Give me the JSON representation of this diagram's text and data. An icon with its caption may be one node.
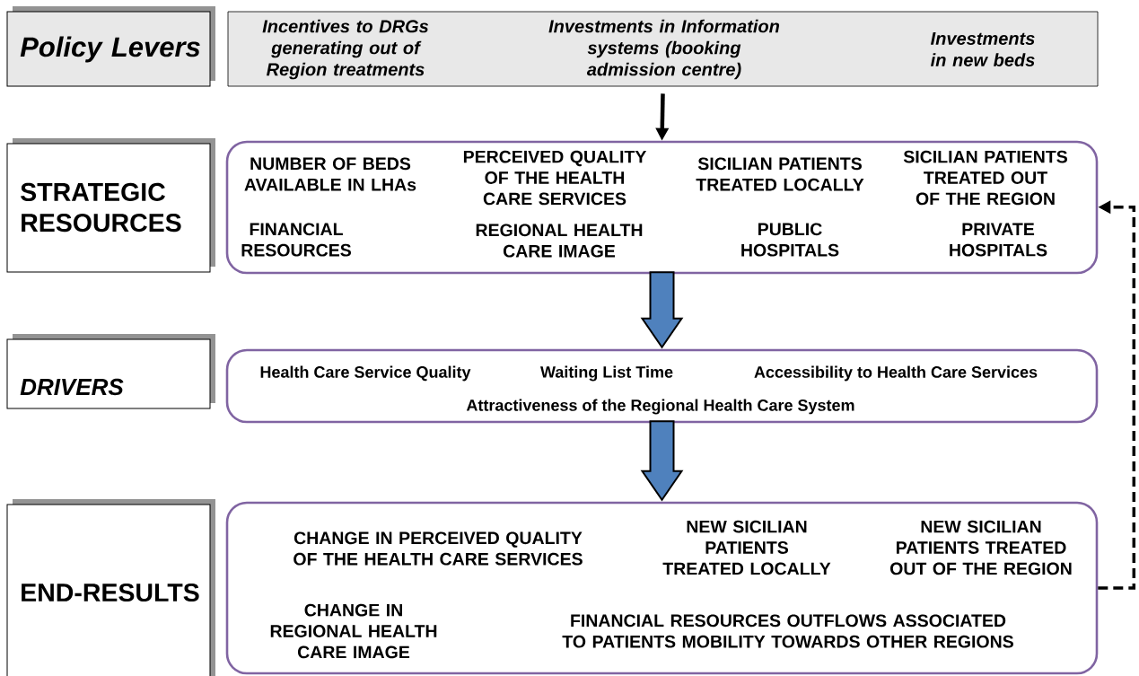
{
  "diagram": {
    "nodes": [
      {
        "text": [
          "Policy Levers"
        ]
      },
      {
        "text": [
          "Incentives to DRGs generating out of Region treatments",
          "Investments in Information systems (booking admission centre)",
          "Investments in new beds"
        ]
      },
      {
        "text": [
          "STRATEGIC RESOURCES"
        ]
      },
      {
        "text": [
          "NUMBER OF BEDS AVAILABLE IN LHAs",
          "PERCEIVED QUALITY OF THE HEALTH CARE SERVICES",
          "SICILIAN PATIENTS TREATED LOCALLY",
          "SICILIAN PATIENTS TREATED OUT OF THE REGION",
          "FINANCIAL RESOURCES",
          "REGIONAL HEALTH CARE IMAGE",
          "PUBLIC HOSPITALS",
          "PRIVATE HOSPITALS"
        ]
      },
      {
        "text": [
          "DRIVERS"
        ]
      },
      {
        "text": [
          "Health Care Service Quality",
          "Waiting List Time",
          "Accessibility to Health Care Services",
          "Attractiveness of the Regional Health Care System"
        ]
      },
      {
        "text": [
          "END-RESULTS"
        ]
      },
      {
        "text": [
          "CHANGE IN PERCEIVED QUALITY OF THE HEALTH CARE SERVICES",
          "NEW SICILIAN PATIENTS TREATED LOCALLY",
          "NEW SICILIAN PATIENTS TREATED OUT OF THE REGION",
          "CHANGE IN REGIONAL HEALTH CARE IMAGE",
          "FINANCIAL RESOURCES OUTFLOWS ASSOCIATED TO PATIENTS MOBILITY TOWARDS OTHER REGIONS"
        ]
      }
    ],
    "edges": [
      {
        "from": 1,
        "to": 3,
        "arrow": "to"
      },
      {
        "from": 3,
        "to": 5,
        "arrow": "to",
        "style": "thick",
        "color": "#4f81bd"
      },
      {
        "from": 5,
        "to": 7,
        "arrow": "to",
        "style": "thick",
        "color": "#4f81bd"
      },
      {
        "from": 7,
        "to": 3,
        "arrow": "to",
        "style": "dashed"
      }
    ]
  }
}
